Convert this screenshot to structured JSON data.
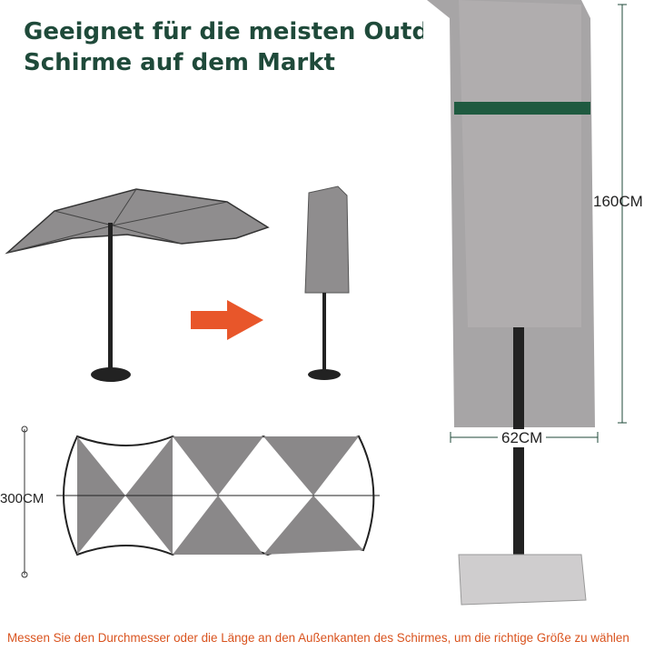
{
  "title": {
    "line1": "Geeignet für die meisten Outdoor",
    "line2": "Schirme auf dem Markt"
  },
  "dimensions": {
    "height": "160CM",
    "width": "62CM",
    "diameter": "300CM"
  },
  "footer": "Messen Sie den Durchmesser oder die Länge an den Außenkanten des Schirmes, um die richtige Größe zu wählen",
  "colors": {
    "title": "#1f4a3a",
    "footer": "#d9531e",
    "arrow": "#e8562a",
    "cover": "#a7a5a6",
    "strap": "#1f5a40"
  }
}
